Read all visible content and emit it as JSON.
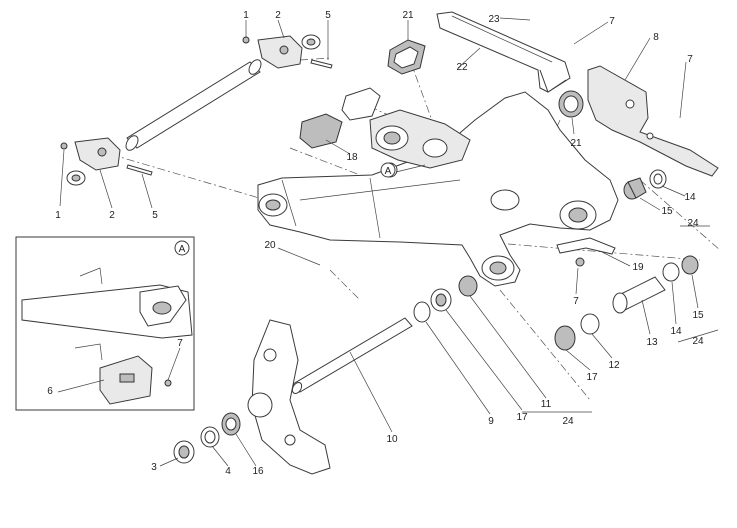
{
  "callouts": [
    {
      "id": "c1a",
      "label": "1"
    },
    {
      "id": "c2a",
      "label": "2"
    },
    {
      "id": "c5a",
      "label": "5"
    },
    {
      "id": "c21a",
      "label": "21"
    },
    {
      "id": "c23",
      "label": "23"
    },
    {
      "id": "c7a",
      "label": "7"
    },
    {
      "id": "c8",
      "label": "8"
    },
    {
      "id": "c7b",
      "label": "7"
    },
    {
      "id": "c22",
      "label": "22"
    },
    {
      "id": "c21b",
      "label": "21"
    },
    {
      "id": "c18",
      "label": "18"
    },
    {
      "id": "c1b",
      "label": "1"
    },
    {
      "id": "c2b",
      "label": "2"
    },
    {
      "id": "c5b",
      "label": "5"
    },
    {
      "id": "c15a",
      "label": "15"
    },
    {
      "id": "c14a",
      "label": "14"
    },
    {
      "id": "c24a",
      "label": "24"
    },
    {
      "id": "c20",
      "label": "20"
    },
    {
      "id": "c19",
      "label": "19"
    },
    {
      "id": "c7c",
      "label": "7"
    },
    {
      "id": "c15b",
      "label": "15"
    },
    {
      "id": "c14b",
      "label": "14"
    },
    {
      "id": "c24b",
      "label": "24"
    },
    {
      "id": "c13",
      "label": "13"
    },
    {
      "id": "c12",
      "label": "12"
    },
    {
      "id": "c17a",
      "label": "17"
    },
    {
      "id": "c11",
      "label": "11"
    },
    {
      "id": "c17b",
      "label": "17"
    },
    {
      "id": "c24c",
      "label": "24"
    },
    {
      "id": "c9",
      "label": "9"
    },
    {
      "id": "c10",
      "label": "10"
    },
    {
      "id": "c6",
      "label": "6"
    },
    {
      "id": "c7d",
      "label": "7"
    },
    {
      "id": "c3",
      "label": "3"
    },
    {
      "id": "c4",
      "label": "4"
    },
    {
      "id": "c16",
      "label": "16"
    }
  ],
  "detail_marker": "A",
  "inset_marker": "A"
}
